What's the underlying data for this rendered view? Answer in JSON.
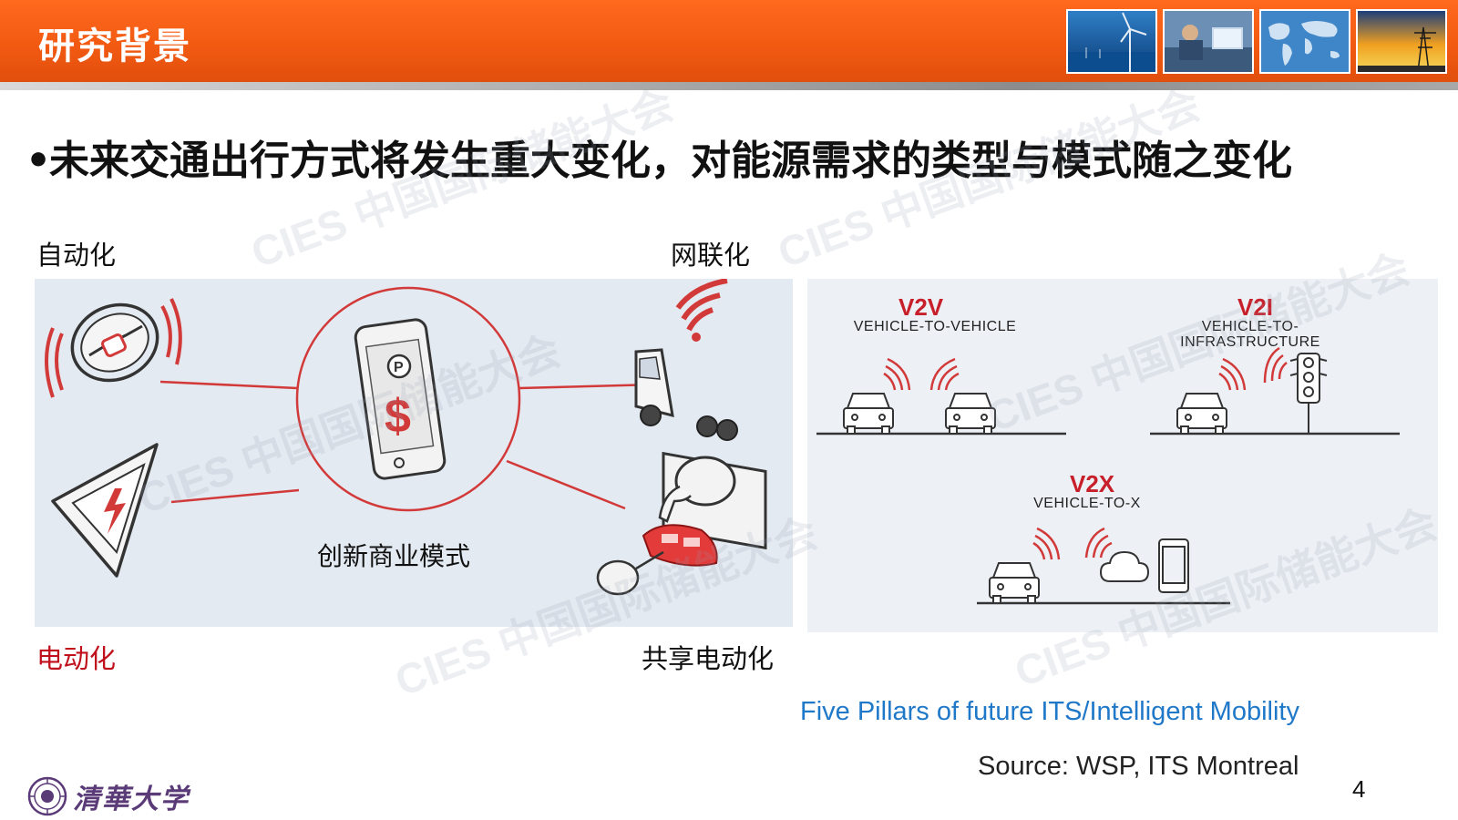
{
  "header": {
    "title": "研究背景"
  },
  "bullet": "未来交通出行方式将发生重大变化，对能源需求的类型与模式随之变化",
  "diagram": {
    "labels": {
      "autonomous": "自动化",
      "connected": "网联化",
      "electric": "电动化",
      "shared": "共享电动化",
      "business": "创新商业模式"
    },
    "v2v": {
      "title": "V2V",
      "sub": "VEHICLE-TO-VEHICLE"
    },
    "v2i": {
      "title": "V2I",
      "sub_line1": "VEHICLE-TO-",
      "sub_line2": "INFRASTRUCTURE"
    },
    "v2x": {
      "title": "V2X",
      "sub": "VEHICLE-TO-X"
    }
  },
  "caption": "Five Pillars of future ITS/Intelligent Mobility",
  "source": "Source: WSP, ITS Montreal",
  "page_number": "4",
  "logo": {
    "text": "清華大学"
  },
  "watermark": "CIES 中国国际储能大会",
  "colors": {
    "accent": "#f25a12",
    "red": "#c8202a",
    "link_blue": "#1f78c8"
  }
}
